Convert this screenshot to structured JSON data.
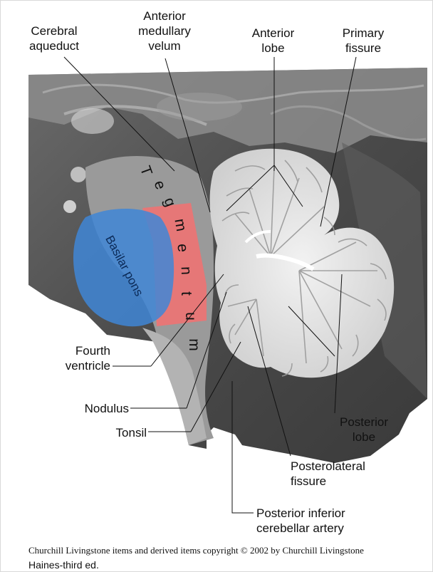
{
  "labels": {
    "cerebral_aqueduct": "Cerebral\naqueduct",
    "anterior_medullary_velum": "Anterior\nmedullary\nvelum",
    "anterior_lobe": "Anterior\nlobe",
    "primary_fissure": "Primary\nfissure",
    "fourth_ventricle": "Fourth\nventricle",
    "nodulus": "Nodulus",
    "tonsil": "Tonsil",
    "posterior_lobe": "Posterior\nlobe",
    "posterolateral_fissure": "Posterolateral\nfissure",
    "pica": "Posterior inferior\ncerebellar artery",
    "basilar_pons": "Basilar pons",
    "tegmentum": "Tegmentum"
  },
  "tegmentum_letters": [
    "T",
    "e",
    "g",
    "m",
    "e",
    "n",
    "t",
    "u",
    "m"
  ],
  "credit": "Churchill Livingstone items and derived items copyright © 2002 by Churchill Livingstone",
  "source": "Haines-third ed.",
  "colors": {
    "pons_overlay": "#3f86d6",
    "tegmentum_overlay": "#ff6b6b",
    "background": "#ffffff"
  }
}
